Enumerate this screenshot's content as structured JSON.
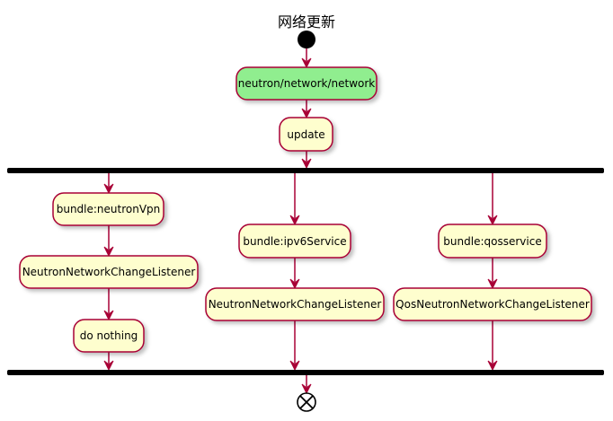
{
  "title": "网络更新",
  "nodes": {
    "endpoint": "neutron/network/network",
    "update": "update",
    "bundle_neutronvpn": "bundle:neutronVpn",
    "listener_vpn": "NeutronNetworkChangeListener",
    "do_nothing": "do nothing",
    "bundle_ipv6": "bundle:ipv6Service",
    "listener_ipv6": "NeutronNetworkChangeListener",
    "bundle_qos": "bundle:qosservice",
    "listener_qos": "QosNeutronNetworkChangeListener"
  },
  "colors": {
    "activity_fill": "#fefece",
    "start_activity_fill": "#90ee8f",
    "border": "#a80036",
    "bar": "#000000"
  }
}
